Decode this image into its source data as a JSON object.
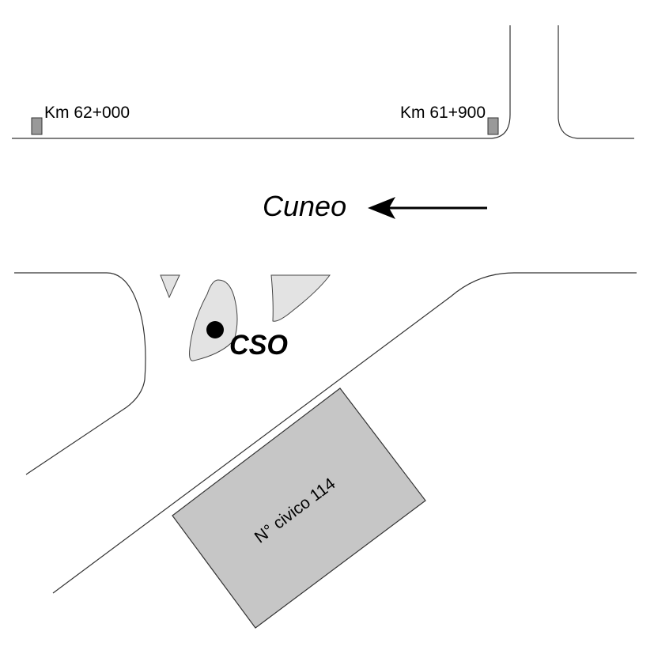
{
  "map": {
    "kilometer_markers": [
      {
        "label": "Km 62+000"
      },
      {
        "label": "Km 61+900"
      }
    ],
    "direction": {
      "label": "Cuneo",
      "arrow": "arrow-left"
    },
    "station": {
      "label": "CSO"
    },
    "building": {
      "label": "N° civico 114"
    },
    "colors": {
      "building_fill": "#c6c6c6",
      "island_fill": "#e3e3e3",
      "marker_fill": "#999999",
      "line": "#333333"
    }
  }
}
